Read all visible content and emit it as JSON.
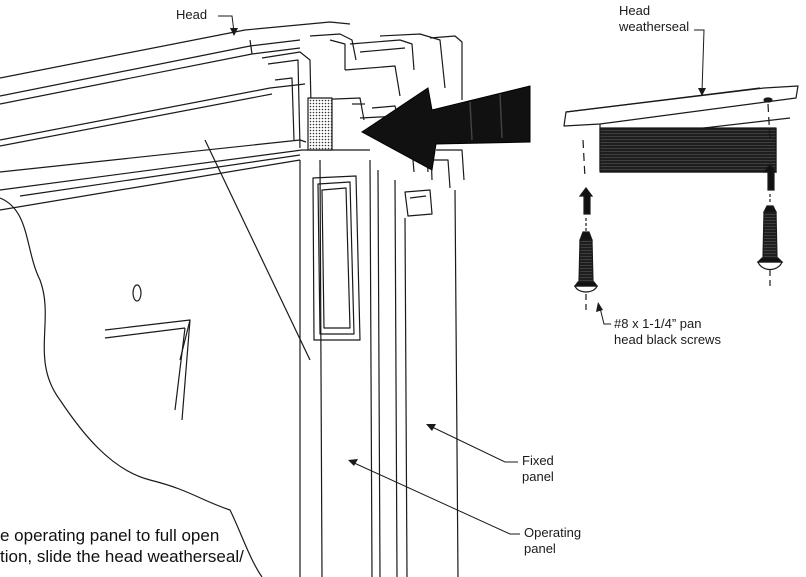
{
  "labels": {
    "head": "Head",
    "head_weatherseal_l1": "Head",
    "head_weatherseal_l2": "weatherseal",
    "screws_l1": "#8 x 1-1/4” pan",
    "screws_l2": "head black screws",
    "fixed_panel_l1": "Fixed",
    "fixed_panel_l2": "panel",
    "operating_panel_l1": "Operating",
    "operating_panel_l2": "panel"
  },
  "instructions": {
    "line1": "e operating panel to full open",
    "line2": "tion, slide the head weatherseal/"
  },
  "colors": {
    "line": "#1a1a1a",
    "arrow_fill": "#111111",
    "pile": "#2a2a2a"
  }
}
